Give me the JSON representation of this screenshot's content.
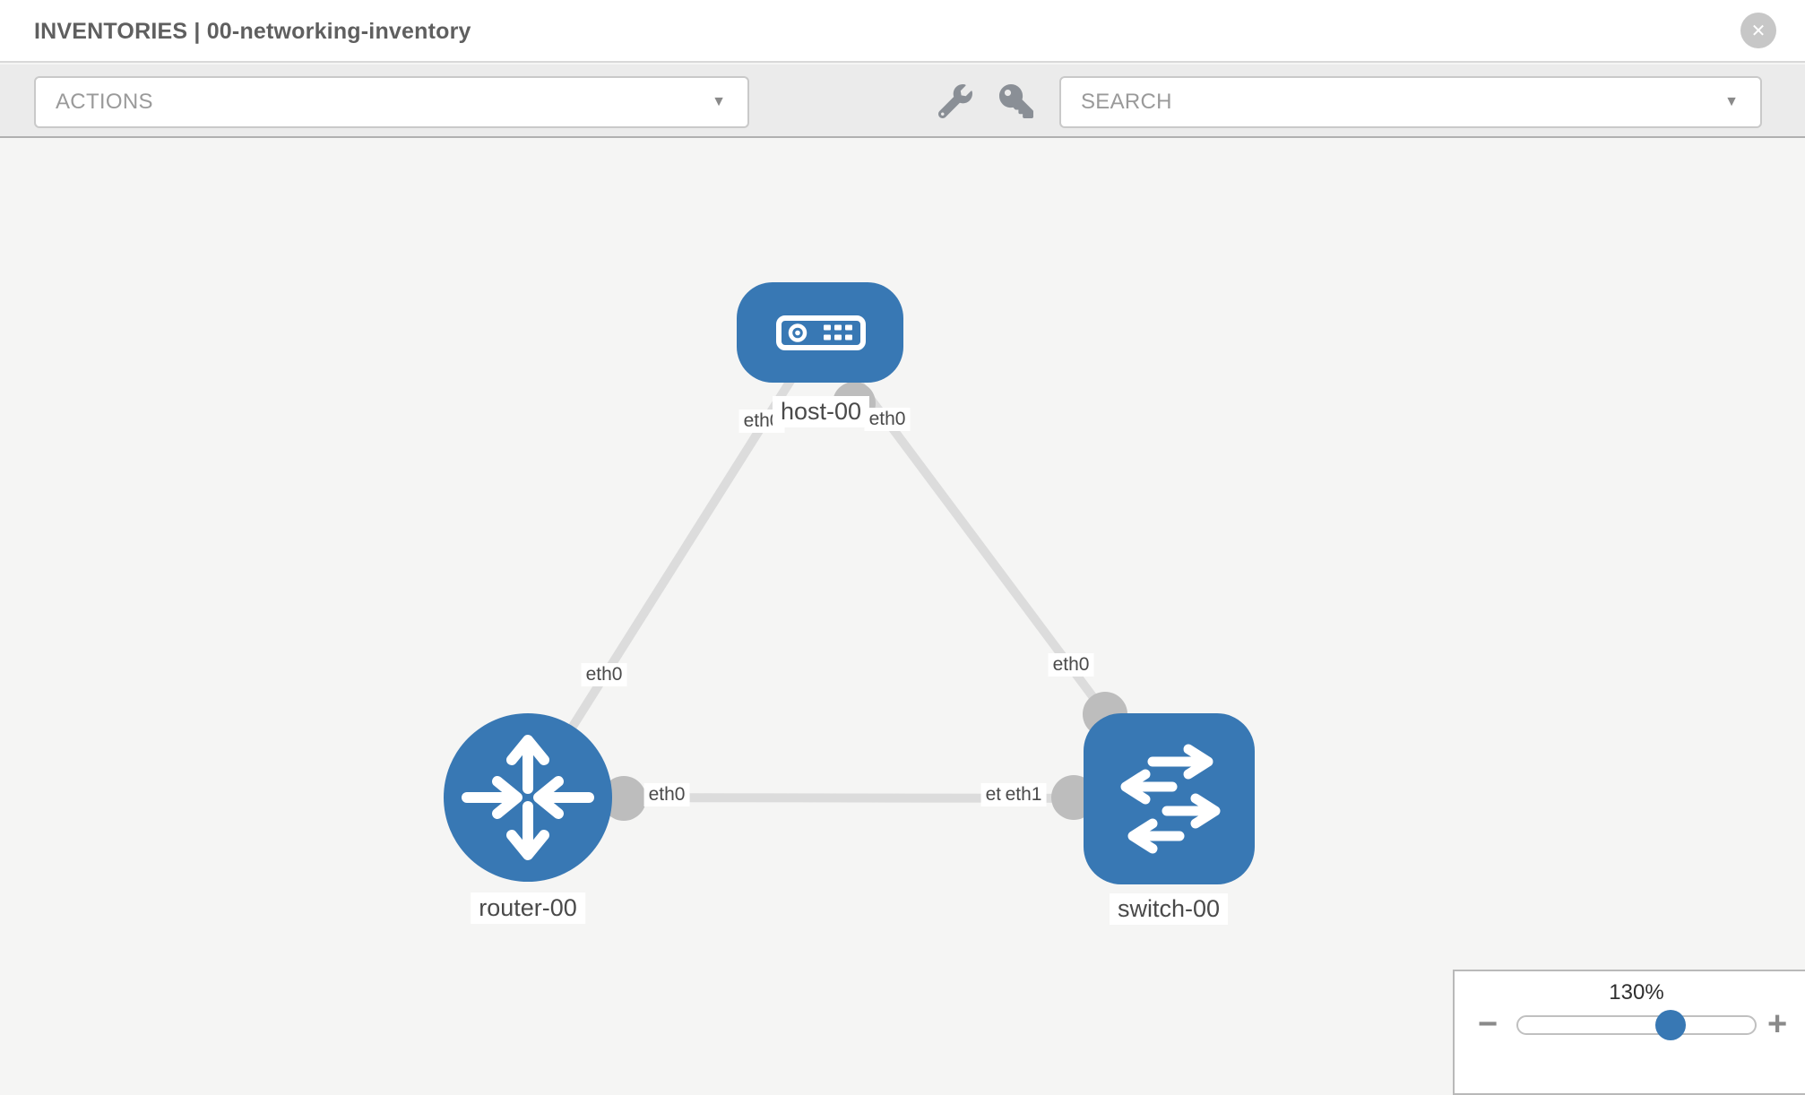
{
  "header": {
    "title": "INVENTORIES | 00-networking-inventory",
    "close_label": "✕"
  },
  "toolbar": {
    "actions_dropdown": {
      "label": "ACTIONS",
      "caret": "▼"
    },
    "search_dropdown": {
      "label": "SEARCH",
      "caret": "▼"
    },
    "icons": [
      "wrench-icon",
      "key-icon"
    ]
  },
  "topology": {
    "nodes": [
      {
        "label": "host-00",
        "type": "host"
      },
      {
        "label": "router-00",
        "type": "router"
      },
      {
        "label": "switch-00",
        "type": "switch"
      }
    ],
    "links": [
      {
        "from": "host-00",
        "from_if": "eth0",
        "to": "router-00",
        "to_if": "eth0"
      },
      {
        "from": "host-00",
        "from_if": "eth0",
        "to": "switch-00",
        "to_if": "eth0"
      },
      {
        "from": "router-00",
        "from_if": "eth0",
        "to": "switch-00",
        "to_if": "eth1"
      }
    ],
    "interface_labels": [
      {
        "text": "eth0"
      },
      {
        "text": "eth0"
      },
      {
        "text": "eth0"
      },
      {
        "text": "eth0"
      },
      {
        "text": "eth0"
      },
      {
        "text": "eth0"
      },
      {
        "text": "eth1"
      }
    ]
  },
  "zoom_panel": {
    "level": "130%",
    "minus": "−",
    "plus": "+"
  },
  "colors": {
    "node_blue": "#3878b4",
    "link_gray": "#dcdcdc",
    "dot_gray": "#bdbdbd",
    "toolbar_bg": "#ebebeb",
    "canvas_bg": "#f5f5f4"
  }
}
